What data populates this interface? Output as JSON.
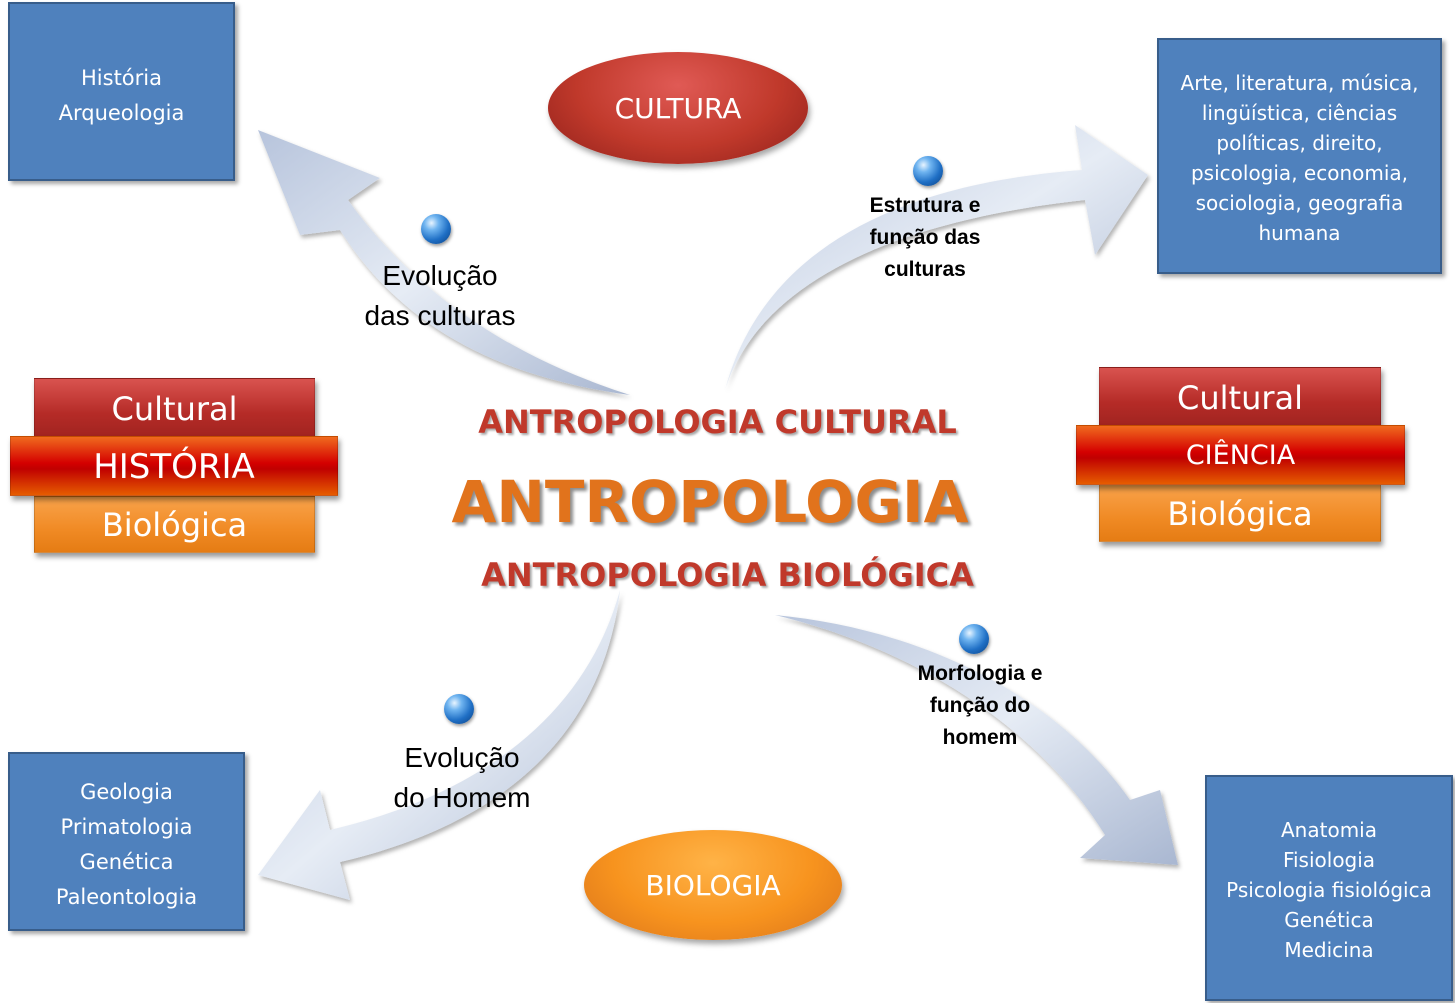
{
  "center": {
    "main_title": "ANTROPOLOGIA",
    "top_subtitle": "ANTROPOLOGIA CULTURAL",
    "bottom_subtitle": "ANTROPOLOGIA BIOLÓGICA"
  },
  "ellipses": {
    "cultura": "CULTURA",
    "biologia": "BIOLOGIA"
  },
  "left_stack": {
    "top": "Cultural",
    "middle": "HISTÓRIA",
    "bottom": "Biológica"
  },
  "right_stack": {
    "top": "Cultural",
    "middle": "CIÊNCIA",
    "bottom": "Biológica"
  },
  "boxes": {
    "top_left": [
      "História",
      "Arqueologia"
    ],
    "top_right": [
      "Arte, literatura, música,",
      "lingüística, ciências",
      "políticas, direito,",
      "psicologia, economia,",
      "sociologia, geografia",
      "humana"
    ],
    "bottom_left": [
      "Geologia",
      "Primatologia",
      "Genética",
      "Paleontologia"
    ],
    "bottom_right": [
      "Anatomia",
      "Fisiologia",
      "Psicologia fisiológica",
      "Genética",
      "Medicina"
    ]
  },
  "arrow_labels": {
    "top_left": [
      "Evolução",
      "das culturas"
    ],
    "top_right": [
      "Estrutura e",
      "função das",
      "culturas"
    ],
    "bottom_left": [
      "Evolução",
      "do Homem"
    ],
    "bottom_right": [
      "Morfologia e",
      "função do",
      "homem"
    ]
  },
  "colors": {
    "box_blue": "#4f81bd",
    "title_orange": "#e1731c",
    "subtitle_red": "#c0392b",
    "arrow_fill": "#c8d3e6"
  }
}
